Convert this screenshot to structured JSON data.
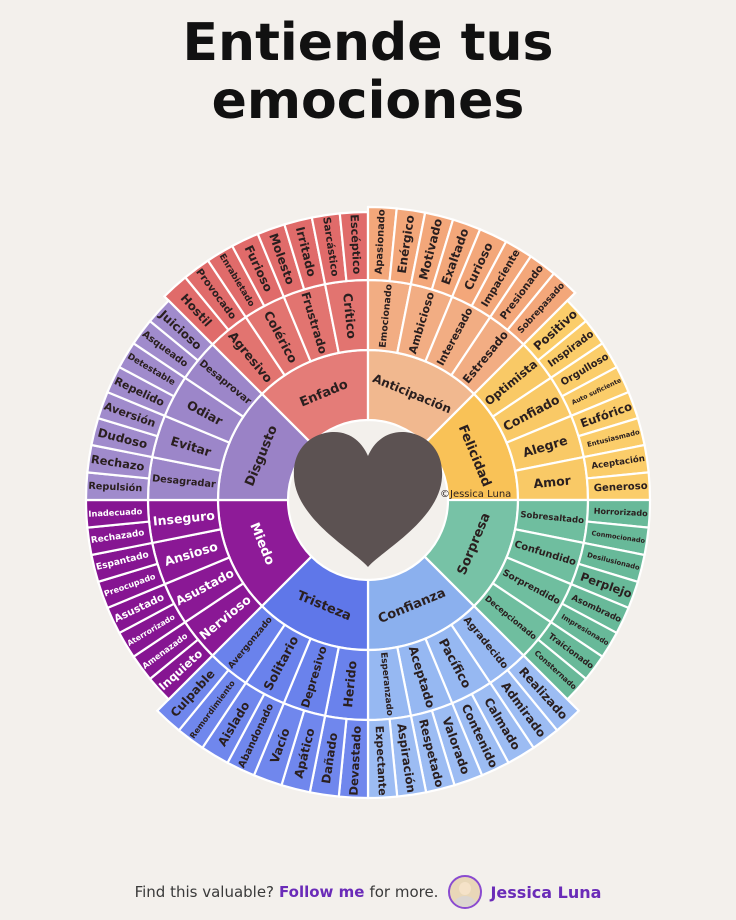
{
  "title": {
    "line1": "Entiende tus",
    "line2": "emociones"
  },
  "copyright": "©Jessica Luna",
  "footer": {
    "prefix": "Find this valuable?",
    "cta": "Follow me",
    "suffix": "for more.",
    "author": "Jessica Luna"
  },
  "wheel": {
    "center_icon": "heart-icon",
    "colors": {
      "enfado": {
        "inner": "#e47c78",
        "mid": "#e27470",
        "outer": "#e06b6a"
      },
      "anticipacion": {
        "inner": "#f1b88f",
        "mid": "#f2ad83",
        "outer": "#f3a77a"
      },
      "felicidad": {
        "inner": "#f9c257",
        "mid": "#f9c966",
        "outer": "#fbcd6a"
      },
      "sorpresa": {
        "inner": "#77c2a6",
        "mid": "#6fbe9f",
        "outer": "#68b999"
      },
      "confianza": {
        "inner": "#8bb0ee",
        "mid": "#96b8f2",
        "outer": "#9cbcf3"
      },
      "tristeza": {
        "inner": "#5f77e9",
        "mid": "#6a82ec",
        "outer": "#7087ed"
      },
      "miedo": {
        "inner": "#8e1b98",
        "mid": "#8a1895",
        "outer": "#861592"
      },
      "disgusto": {
        "inner": "#9a82c6",
        "mid": "#9c86c9",
        "outer": "#a08bcc"
      }
    },
    "sectors": [
      {
        "id": "enfado",
        "core": "Enfado",
        "mid": [
          "Agresivo",
          "Colérico",
          "Frustrado",
          "Crítico"
        ],
        "outer": [
          "Hostil",
          "Provocado",
          "Enrabietado",
          "Furioso",
          "Molesto",
          "Irritado",
          "Sarcástico",
          "Escéptico"
        ]
      },
      {
        "id": "anticipacion",
        "core": "Anticipación",
        "mid": [
          "Emocionado",
          "Ambicioso",
          "Interesado",
          "Estresado"
        ],
        "outer": [
          "Apasionado",
          "Enérgico",
          "Motivado",
          "Exaltado",
          "Curioso",
          "Impaciente",
          "Presionado",
          "Sobrepasado"
        ]
      },
      {
        "id": "felicidad",
        "core": "Felicidad",
        "mid": [
          "Optimista",
          "Confiado",
          "Alegre",
          "Amor"
        ],
        "outer": [
          "Positivo",
          "Inspirado",
          "Orgulloso",
          "Auto suficiente",
          "Eufórico",
          "Entusiasmado",
          "Aceptación",
          "Generoso"
        ]
      },
      {
        "id": "sorpresa",
        "core": "Sorpresa",
        "mid": [
          "Sobresaltado",
          "Confundido",
          "Sorprendido",
          "Decepcionado"
        ],
        "outer": [
          "Horrorizado",
          "Conmocionado",
          "Desilusionado",
          "Perplejo",
          "Asombrado",
          "Impresionado",
          "Traicionado",
          "Consternado"
        ]
      },
      {
        "id": "confianza",
        "core": "Confianza",
        "mid": [
          "Agradecido",
          "Pacífico",
          "Aceptado",
          "Esperanzado"
        ],
        "outer": [
          "Realizado",
          "Admirado",
          "Calmado",
          "Contenido",
          "Valorado",
          "Respetado",
          "Aspiración",
          "Expectante"
        ]
      },
      {
        "id": "tristeza",
        "core": "Tristeza",
        "mid": [
          "Herido",
          "Depresivo",
          "Solitario",
          "Avergonzado"
        ],
        "outer": [
          "Devastado",
          "Dañado",
          "Apático",
          "Vacío",
          "Abandonado",
          "Aislado",
          "Remordimiento",
          "Culpable"
        ]
      },
      {
        "id": "miedo",
        "core": "Miedo",
        "mid": [
          "Nervioso",
          "Asustado",
          "Ansioso",
          "Inseguro"
        ],
        "outer": [
          "Inquieto",
          "Amenazado",
          "Aterrorizado",
          "Asustado",
          "Preocupado",
          "Espantado",
          "Rechazado",
          "Inadecuado"
        ]
      },
      {
        "id": "disgusto",
        "core": "Disgusto",
        "mid": [
          "Desagradar",
          "Evitar",
          "Odiar",
          "Desaprovar"
        ],
        "outer": [
          "Repulsión",
          "Rechazo",
          "Dudoso",
          "Aversión",
          "Repelido",
          "Detestable",
          "Asqueado",
          "Juicioso"
        ]
      }
    ]
  }
}
